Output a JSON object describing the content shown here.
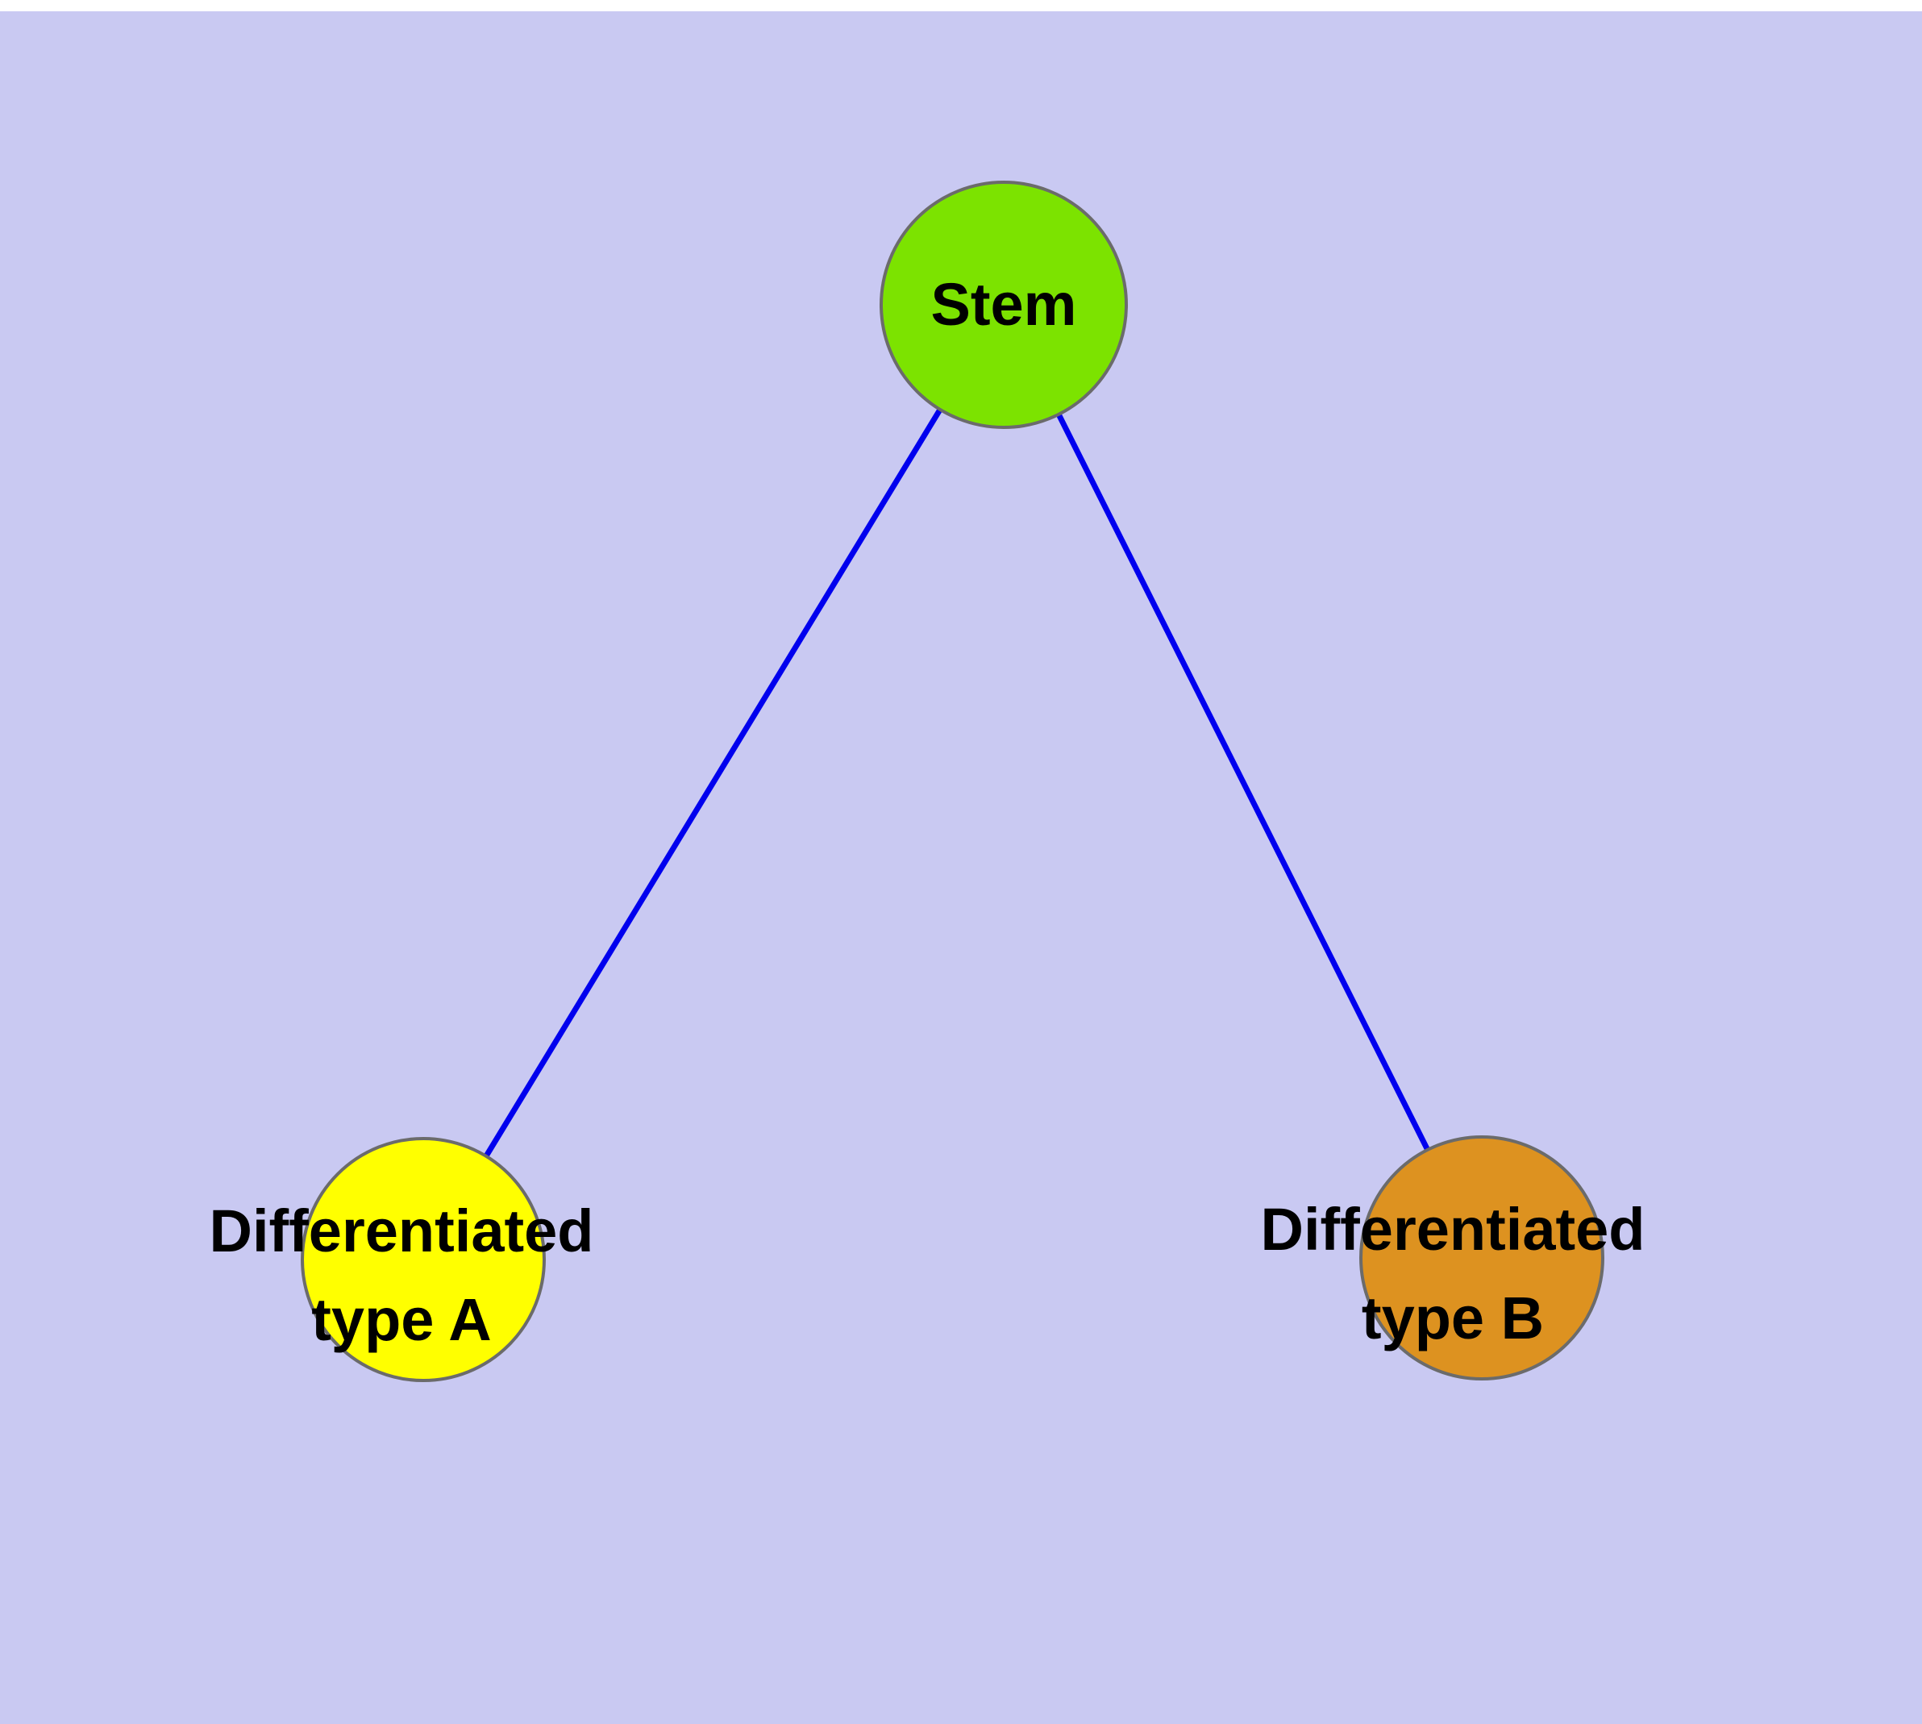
{
  "diagram": {
    "background_color": "#c9c9f2",
    "top_strip_color": "#ffffff",
    "edge_color": "#0000ee",
    "node_stroke_color": "#6b6b6b",
    "text_color": "#000000",
    "nodes": {
      "stem": {
        "label": "Stem",
        "color": "#7ce300"
      },
      "type_a": {
        "label_line1": "Differentiated",
        "label_line2": "type A",
        "color": "#ffff00"
      },
      "type_b": {
        "label_line1": "Differentiated",
        "label_line2": "type B",
        "color": "#dd9220"
      }
    },
    "edges": [
      {
        "from": "stem",
        "to": "type_a"
      },
      {
        "from": "stem",
        "to": "type_b"
      }
    ]
  }
}
